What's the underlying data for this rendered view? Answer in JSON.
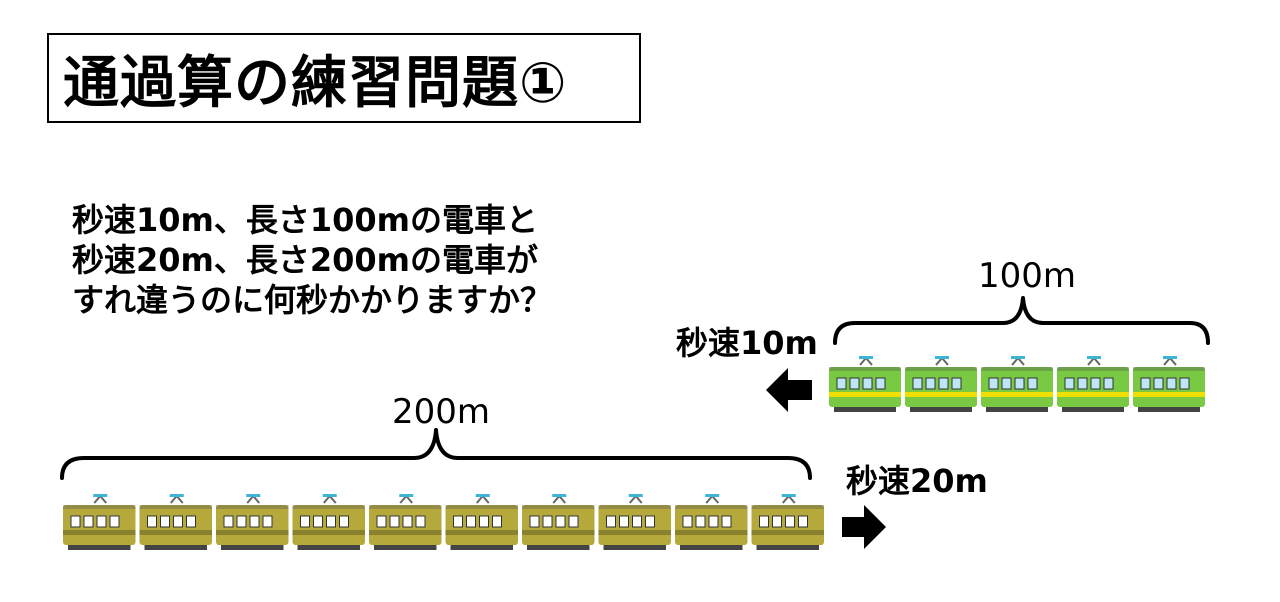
{
  "title": "通過算の練習問題①",
  "question": {
    "lines": [
      "秒速10m、長さ100mの電車と",
      "秒速20m、長さ200mの電車が",
      "すれ違うのに何秒かかりますか？"
    ]
  },
  "train_a": {
    "speed_label": "秒速10m",
    "length_label": "100m",
    "cars": 5,
    "direction": "left",
    "body_color": "#7ac943",
    "stripe_color": "#f0e000",
    "window_color": "#bfe6f7"
  },
  "train_b": {
    "speed_label": "秒速20m",
    "length_label": "200m",
    "cars": 10,
    "direction": "right",
    "body_color": "#b5a93c",
    "stripe_color": "#8a8130",
    "window_color": "#ffffff"
  },
  "icons": {
    "arrow_left": "arrow-left-icon",
    "arrow_right": "arrow-right-icon",
    "brace": "curly-brace-icon"
  }
}
